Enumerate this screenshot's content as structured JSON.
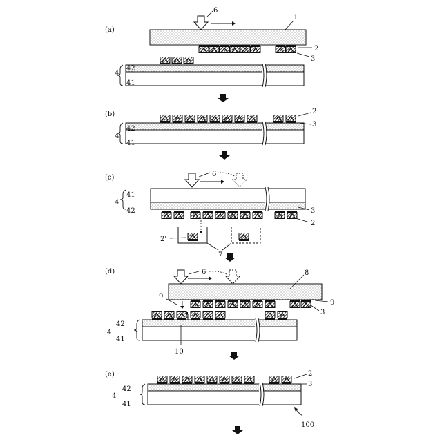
{
  "panels": {
    "a": {
      "label": "(a)",
      "refs": {
        "arrow": "6",
        "carrier": "1",
        "chip": "2",
        "adhesive": "3",
        "substrate": "4",
        "top_layer": "42",
        "base_layer": "41"
      }
    },
    "b": {
      "label": "(b)",
      "refs": {
        "chip": "2",
        "adhesive": "3",
        "substrate": "4",
        "top_layer": "42",
        "base_layer": "41"
      }
    },
    "c": {
      "label": "(c)",
      "refs": {
        "arrow": "6",
        "substrate": "4",
        "top_layer": "41",
        "base_layer": "42",
        "adhesive": "3",
        "chip": "2",
        "removed_chip": "2'",
        "container": "7"
      }
    },
    "d": {
      "label": "(d)",
      "refs": {
        "arrow": "6",
        "carrier": "8",
        "left_chip": "9",
        "right_chip": "9",
        "adhesive": "3",
        "substrate": "4",
        "top_layer": "42",
        "base_layer": "41",
        "gap": "10"
      }
    },
    "e": {
      "label": "(e)",
      "refs": {
        "chip": "2",
        "adhesive": "3",
        "substrate": "4",
        "top_layer": "42",
        "base_layer": "41",
        "product": "100"
      }
    }
  },
  "colors": {
    "line": "#111111",
    "layer_fill": "#d9d9d9",
    "background": "#ffffff"
  }
}
